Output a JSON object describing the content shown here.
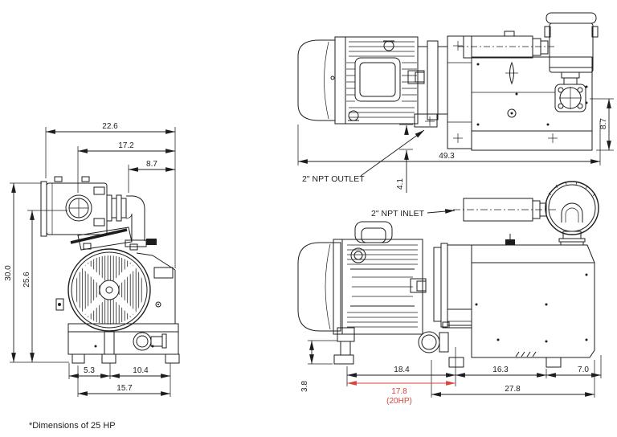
{
  "colors": {
    "ink": "#1d1d1f",
    "red": "#d9453b",
    "background": "#ffffff"
  },
  "footnote": "*Dimensions of 25 HP",
  "front_view": {
    "dims": {
      "overall_width": "22.6",
      "upper_width": "17.2",
      "filter_offset": "8.7",
      "overall_height": "30.0",
      "inlet_center_height": "25.6",
      "foot_spacing_left": "5.3",
      "foot_spacing_right": "10.4",
      "foot_span": "15.7"
    }
  },
  "top_view": {
    "dims": {
      "overall_length": "49.3",
      "outlet_port_to_edge": "8.7",
      "outlet_offset": "4.1"
    },
    "labels": {
      "outlet_port": "2\" NPT OUTLET"
    }
  },
  "side_view": {
    "dims": {
      "motor_section": "18.4",
      "pump_mid_section": "16.3",
      "end_section": "7.0",
      "pump_length": "27.8",
      "motor_section_20hp": "17.8",
      "motor_section_20hp_note": "(20HP)",
      "foot_height": "3.8"
    },
    "labels": {
      "inlet_port": "2\" NPT INLET"
    }
  }
}
